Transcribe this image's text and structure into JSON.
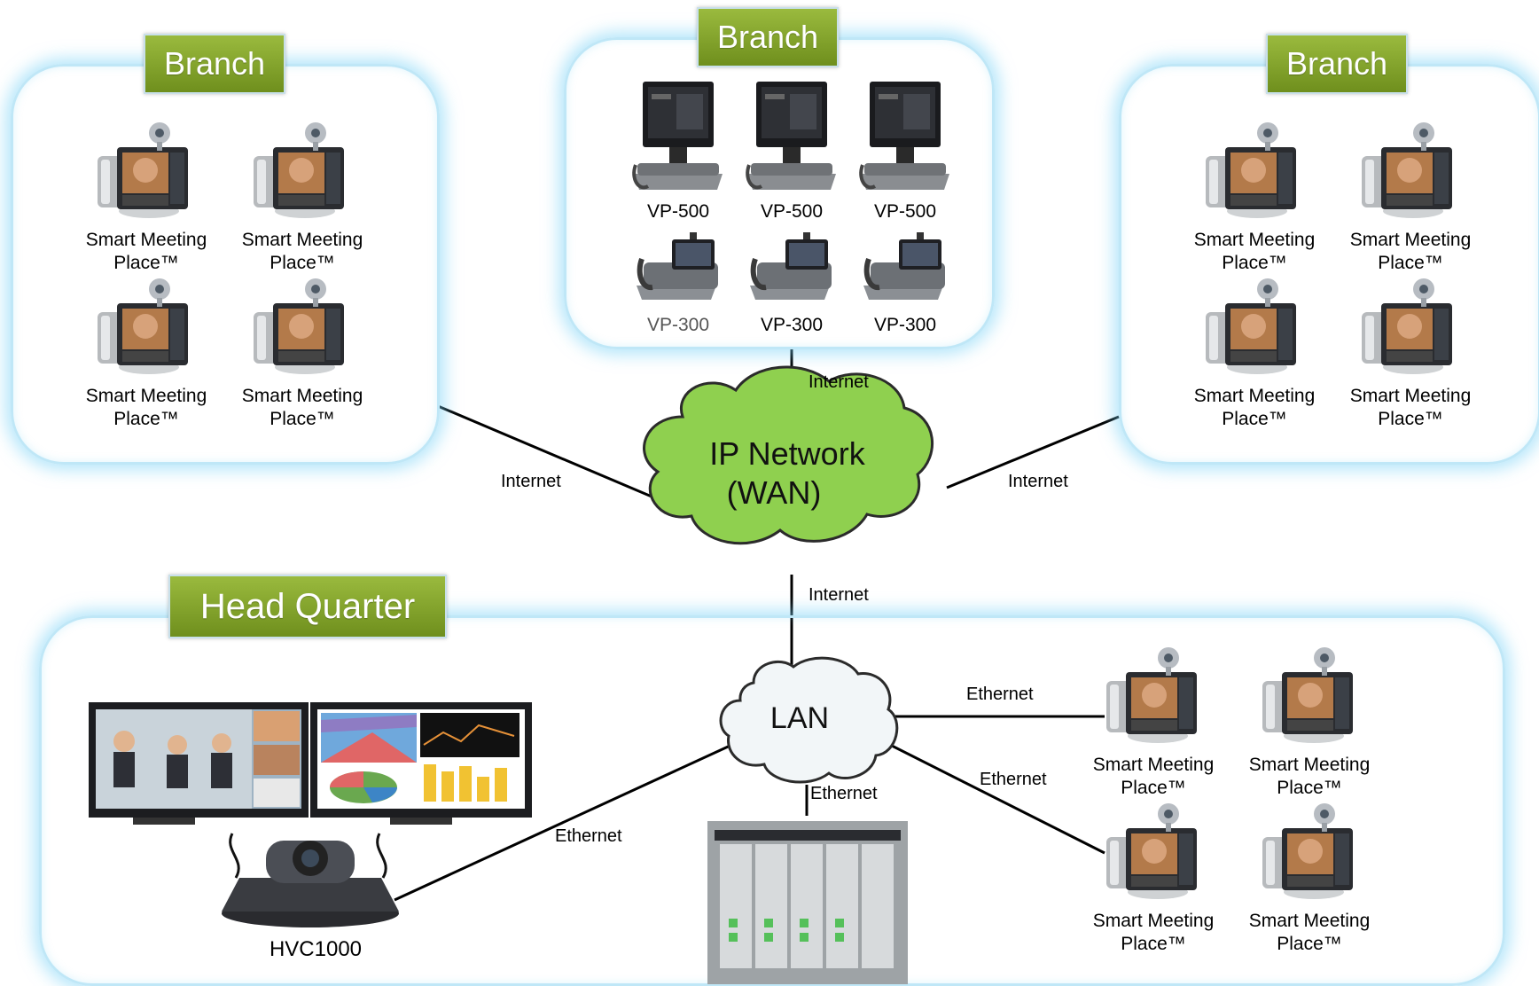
{
  "groups": {
    "branch_left": "Branch",
    "branch_center": "Branch",
    "branch_right": "Branch",
    "head_quarter": "Head Quarter"
  },
  "device_labels": {
    "smart_meeting_line1": "Smart Meeting",
    "smart_meeting_line2": "Place™",
    "vp500": "VP-500",
    "vp300": "VP-300",
    "hvc": "HVC1000"
  },
  "clouds": {
    "wan_line1": "IP Network",
    "wan_line2": "(WAN)",
    "lan": "LAN"
  },
  "links": {
    "internet": "Internet",
    "ethernet": "Ethernet"
  },
  "colors": {
    "group_border": "#bfe7f7",
    "title_fill": "#86a62f",
    "wan_cloud": "#8fd04f",
    "lan_cloud": "#f2f6f8"
  }
}
